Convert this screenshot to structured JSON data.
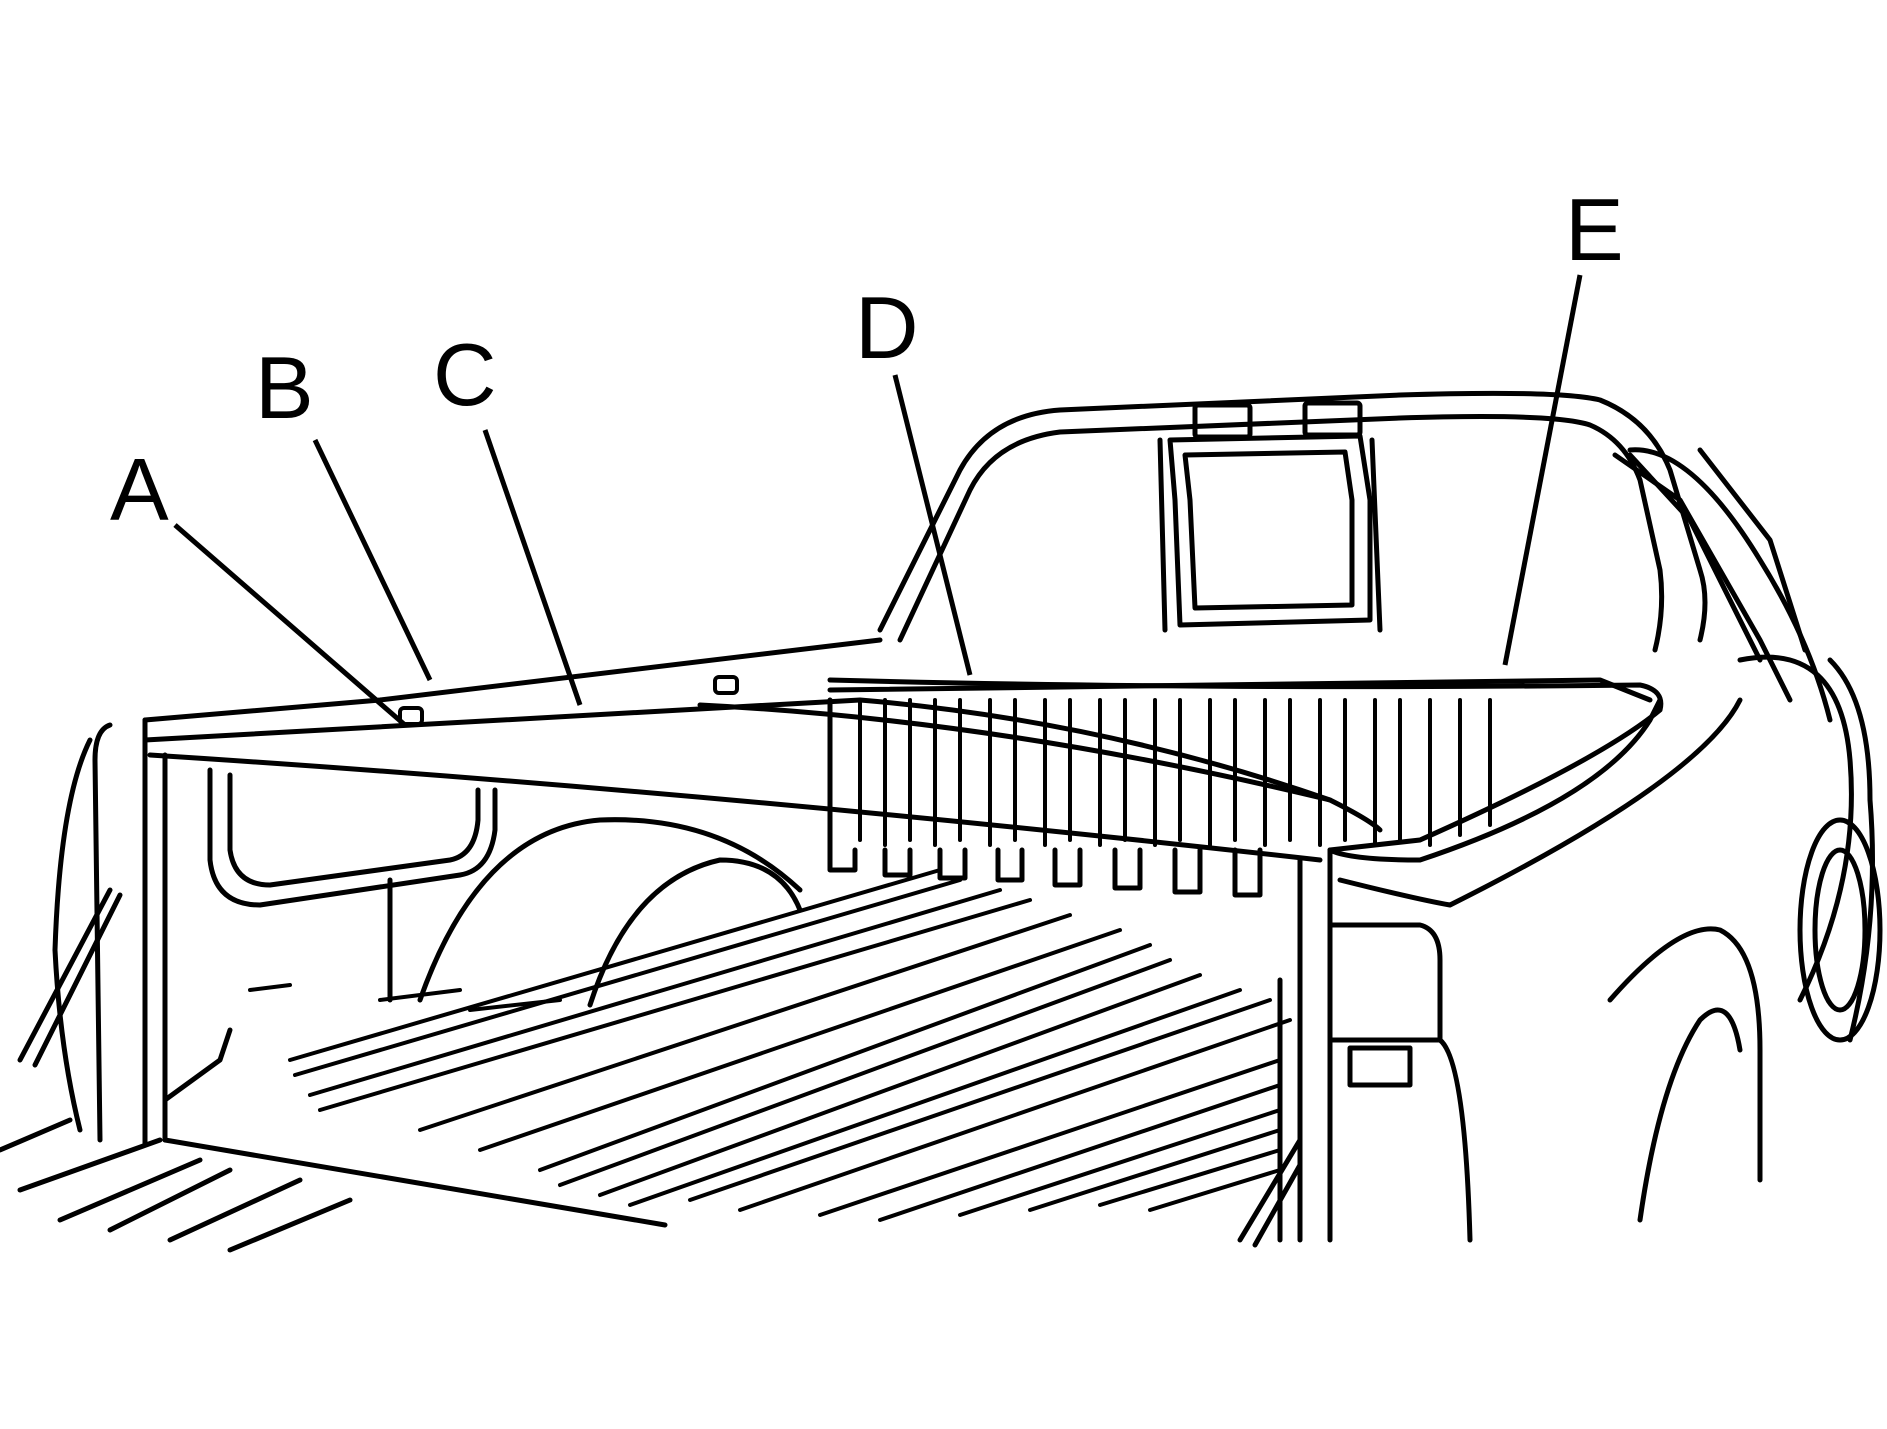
{
  "callouts": [
    {
      "id": "A",
      "label": "A"
    },
    {
      "id": "B",
      "label": "B"
    },
    {
      "id": "C",
      "label": "C"
    },
    {
      "id": "D",
      "label": "D"
    },
    {
      "id": "E",
      "label": "E"
    }
  ],
  "colors": {
    "line": "#000000",
    "background": "#ffffff"
  }
}
